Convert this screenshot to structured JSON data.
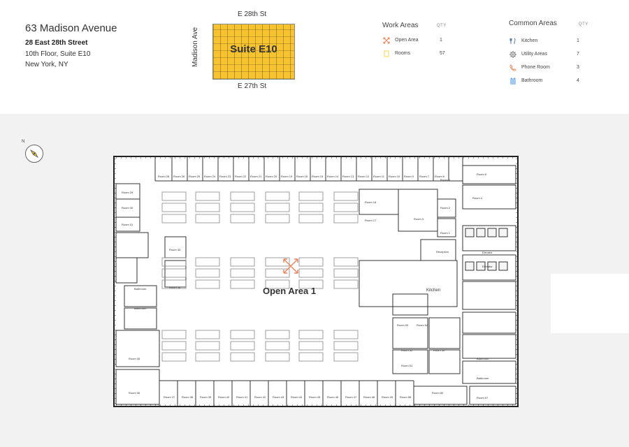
{
  "address": {
    "title": "63 Madison Avenue",
    "street": "28 East 28th Street",
    "suite_line": "10th Floor, Suite E10",
    "city_line": "New York, NY"
  },
  "keymap": {
    "top_street": "E 28th St",
    "bottom_street": "E 27th St",
    "side_street": "Madison Ave",
    "suite_label": "Suite E10",
    "highlight_color": "#f7c331"
  },
  "work_areas": {
    "heading": "Work Areas",
    "qty_heading": "QTY",
    "items": [
      {
        "label": "Open Area",
        "qty": "1",
        "icon": "open-area-icon",
        "color": "#e8825a"
      },
      {
        "label": "Rooms",
        "qty": "57",
        "icon": "room-icon",
        "color": "#f5d64a"
      }
    ]
  },
  "common_areas": {
    "heading": "Common Areas",
    "qty_heading": "QTY",
    "items": [
      {
        "label": "Kitchen",
        "qty": "1",
        "icon": "kitchen-icon",
        "color": "#5a7ca8"
      },
      {
        "label": "Utility Areas",
        "qty": "7",
        "icon": "utility-icon",
        "color": "#777777"
      },
      {
        "label": "Phone Room",
        "qty": "3",
        "icon": "phone-icon",
        "color": "#e8825a"
      },
      {
        "label": "Bathroom",
        "qty": "4",
        "icon": "bathroom-icon",
        "color": "#4a90d9"
      }
    ]
  },
  "compass": {
    "north": "N"
  },
  "floorplan": {
    "open_area_label": "Open Area 1",
    "rooms_top": [
      "Room 28",
      "Room 26",
      "Room 25",
      "Room 24",
      "Room 23",
      "Room 22",
      "Room 21",
      "Room 20",
      "Room 19",
      "Room 16",
      "Room 15",
      "Room 14",
      "Room 13",
      "Room 12",
      "Room 11",
      "Room 10",
      "Room 9",
      "Room 7",
      "Room 6"
    ],
    "rooms_bottom": [
      "Room 37",
      "Room 38",
      "Room 39",
      "Room 40",
      "Room 41",
      "Room 42",
      "Room 43",
      "Room 44",
      "Room 45",
      "Room 46",
      "Room 47",
      "Room 48",
      "Room 49",
      "Room 58"
    ],
    "rooms_other": [
      {
        "label": "Room 29"
      },
      {
        "label": "Room 30"
      },
      {
        "label": "Room 31"
      },
      {
        "label": "Room 33"
      },
      {
        "label": "Room 34"
      },
      {
        "label": "Room 35"
      },
      {
        "label": "Room 36"
      },
      {
        "label": "Room 8"
      },
      {
        "label": "Room 5"
      },
      {
        "label": "Room 4"
      },
      {
        "label": "Room 3"
      },
      {
        "label": "Room 2"
      },
      {
        "label": "Room 1"
      },
      {
        "label": "Room 17"
      },
      {
        "label": "Room 18"
      },
      {
        "label": "Room 53"
      },
      {
        "label": "Room 54"
      },
      {
        "label": "Room 52"
      },
      {
        "label": "Room 51"
      },
      {
        "label": "Room 55"
      },
      {
        "label": "Room 50"
      },
      {
        "label": "Room 57"
      }
    ],
    "common_labels": [
      {
        "label": "Kitchen"
      },
      {
        "label": "Reception"
      },
      {
        "label": "Elevator"
      },
      {
        "label": "Elevator"
      },
      {
        "label": "Bathroom"
      },
      {
        "label": "Bathroom"
      },
      {
        "label": "Bathroom"
      },
      {
        "label": "Bathroom"
      }
    ]
  }
}
